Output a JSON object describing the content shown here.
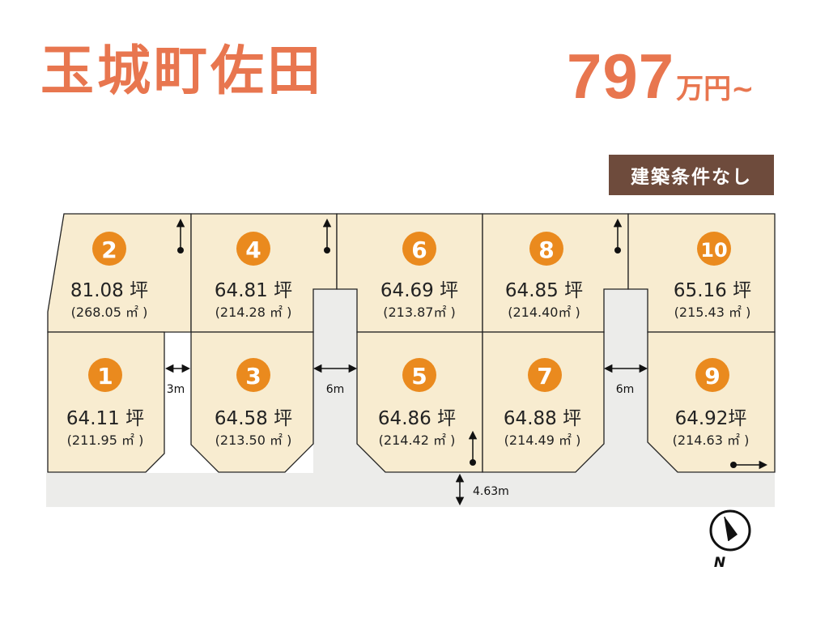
{
  "header": {
    "title": "玉城町佐田",
    "price_number": "797",
    "price_unit": "万円~",
    "badge": "建築条件なし"
  },
  "colors": {
    "accent": "#e8764f",
    "lot_fill": "#f8ecd0",
    "lot_number_circle": "#ea8a1e",
    "road": "#ececea",
    "badge_bg": "#6e4b3c"
  },
  "lots": [
    {
      "number": "1",
      "tsubo": "64.11 坪",
      "sqm": "(211.95 ㎡ )"
    },
    {
      "number": "2",
      "tsubo": "81.08 坪",
      "sqm": "(268.05 ㎡ )"
    },
    {
      "number": "3",
      "tsubo": "64.58 坪",
      "sqm": "(213.50 ㎡ )"
    },
    {
      "number": "4",
      "tsubo": "64.81 坪",
      "sqm": "(214.28 ㎡ )"
    },
    {
      "number": "5",
      "tsubo": "64.86 坪",
      "sqm": "(214.42 ㎡ )"
    },
    {
      "number": "6",
      "tsubo": "64.69 坪",
      "sqm": "(213.87㎡ )"
    },
    {
      "number": "7",
      "tsubo": "64.88 坪",
      "sqm": "(214.49 ㎡ )"
    },
    {
      "number": "8",
      "tsubo": "64.85 坪",
      "sqm": "(214.40㎡ )"
    },
    {
      "number": "9",
      "tsubo": "64.92坪",
      "sqm": "(214.63 ㎡ )"
    },
    {
      "number": "10",
      "tsubo": "65.16 坪",
      "sqm": "(215.43 ㎡ )"
    }
  ],
  "road_widths": {
    "gap_3m": "3m",
    "road_left_6m": "6m",
    "road_right_6m": "6m",
    "front_road": "4.63m"
  },
  "compass": {
    "label": "N",
    "icon": "north-arrow-icon"
  }
}
